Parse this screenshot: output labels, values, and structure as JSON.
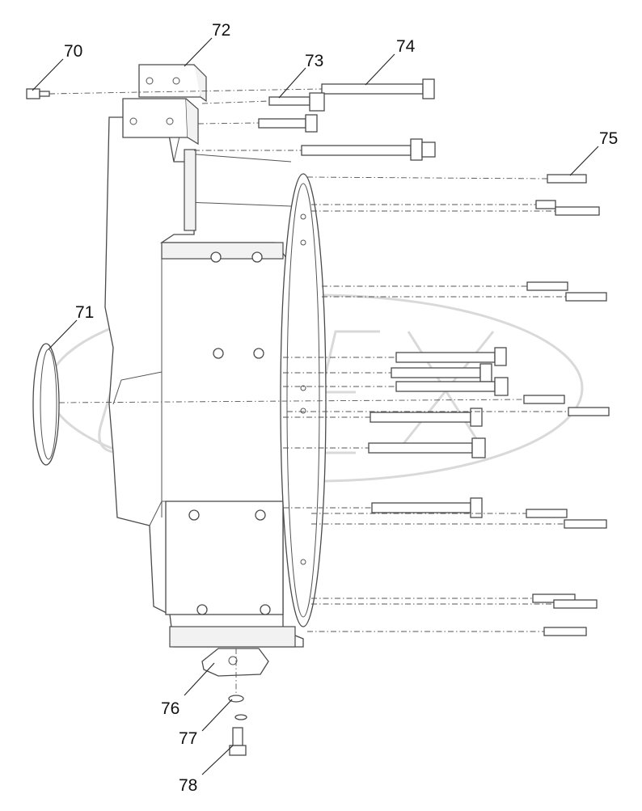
{
  "callouts": [
    {
      "id": "70",
      "text": "70"
    },
    {
      "id": "71",
      "text": "71"
    },
    {
      "id": "72",
      "text": "72"
    },
    {
      "id": "73",
      "text": "73"
    },
    {
      "id": "74",
      "text": "74"
    },
    {
      "id": "75",
      "text": "75"
    },
    {
      "id": "76",
      "text": "76"
    },
    {
      "id": "77",
      "text": "77"
    },
    {
      "id": "78",
      "text": "78"
    }
  ],
  "watermark": "OPEX",
  "colors": {
    "line": "#4a4a4a",
    "watermark": "#d0d0d0",
    "background": "#ffffff"
  }
}
